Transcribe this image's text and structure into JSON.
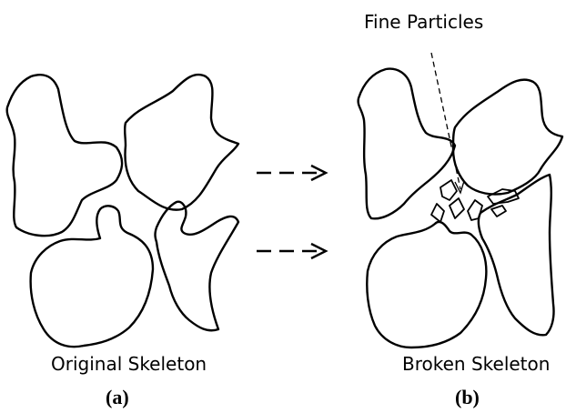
{
  "panel_a": {
    "caption": "Original Skeleton",
    "label": "(a)"
  },
  "panel_b": {
    "caption": "Broken Skeleton",
    "label": "(b)",
    "annotation": "Fine Particles"
  }
}
